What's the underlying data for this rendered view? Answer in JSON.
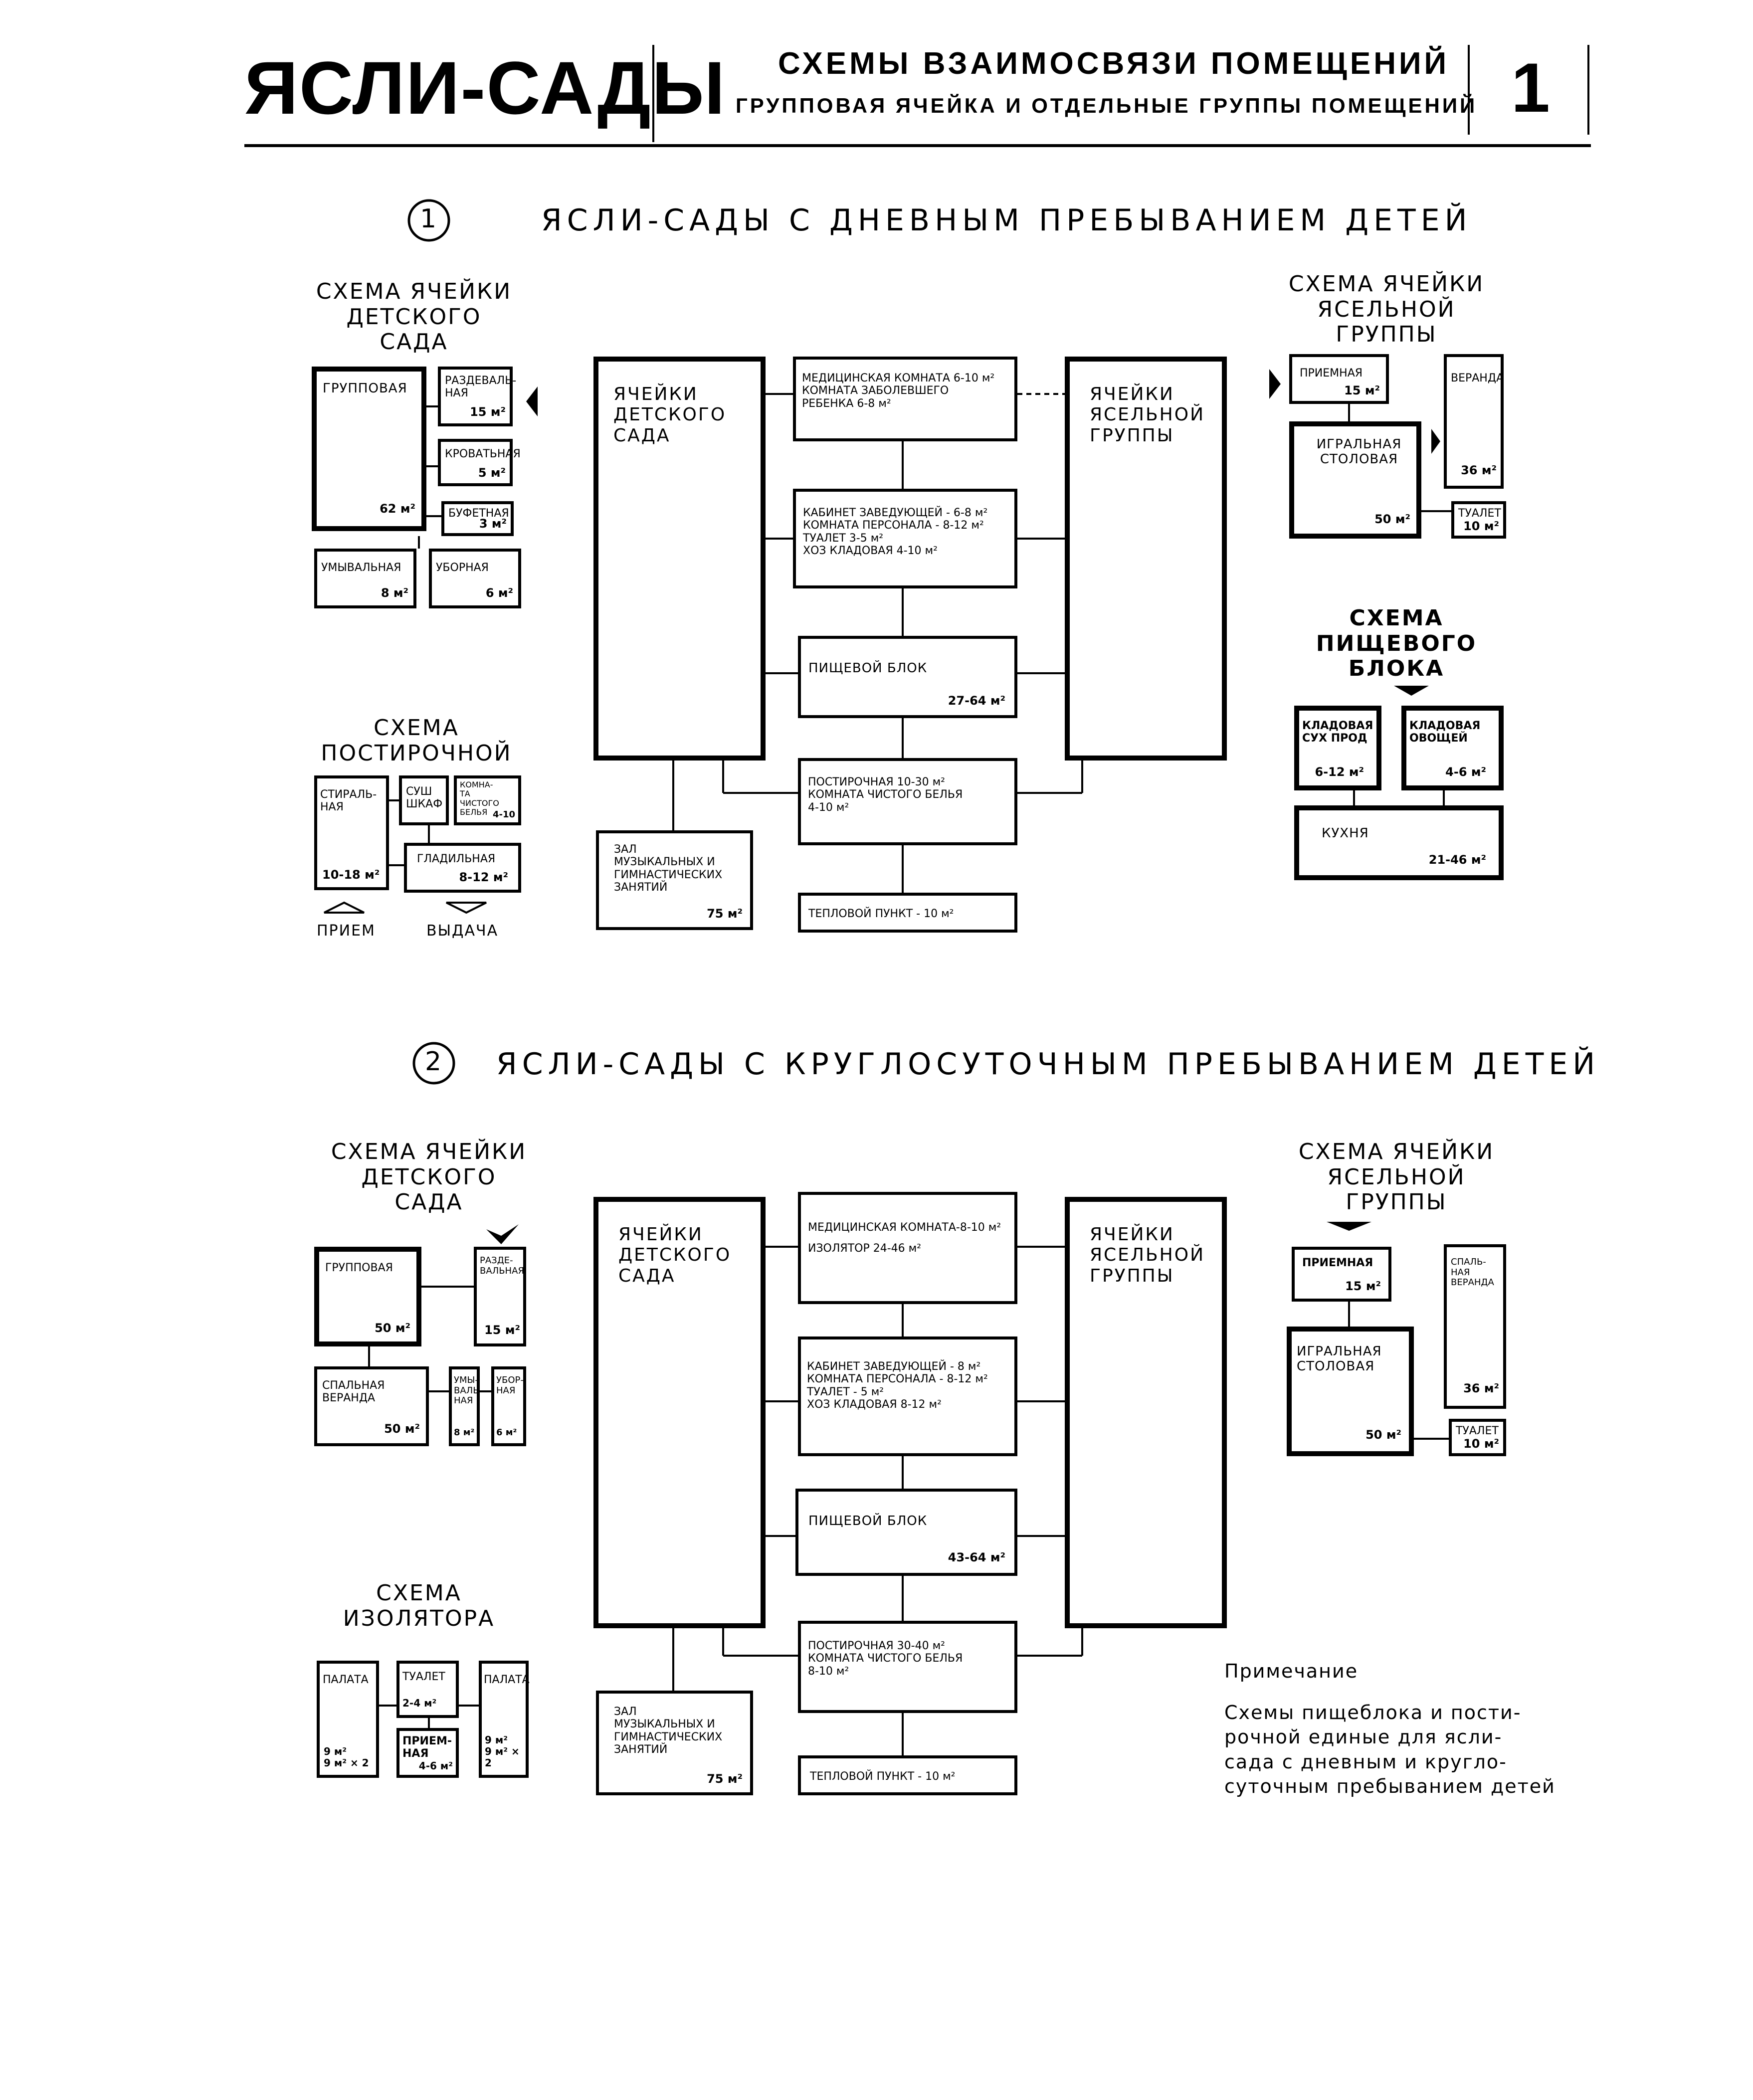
{
  "header": {
    "title": "ЯСЛИ-САДЫ",
    "subtitle_line1": "СХЕМЫ ВЗАИМОСВЯЗИ ПОМЕЩЕНИЙ",
    "subtitle_line2": "ГРУППОВАЯ ЯЧЕЙКА И ОТДЕЛЬНЫЕ ГРУППЫ ПОМЕЩЕНИЙ",
    "sheet_number": "1"
  },
  "section1": {
    "number": "1",
    "title": "ЯСЛИ-САДЫ С ДНЕВНЫМ ПРЕБЫВАНИЕМ ДЕТЕЙ",
    "kindergarten_cell": {
      "title": "СХЕМА ЯЧЕЙКИ\nДЕТСКОГО САДА",
      "group_room": "ГРУППОВАЯ",
      "group_room_area": "62 м²",
      "locker_room": "РАЗДЕВАЛЬ-\nНАЯ",
      "locker_room_area": "15 м²",
      "bedroom": "КРОВАТЬНАЯ",
      "bedroom_area": "5 м²",
      "pantry": "БУФЕТНАЯ",
      "pantry_area": "3 м²",
      "washroom": "УМЫВАЛЬНАЯ",
      "washroom_area": "8 м²",
      "toilet": "УБОРНАЯ",
      "toilet_area": "6 м²"
    },
    "laundry": {
      "title": "СХЕМА ПОСТИРОЧНОЙ",
      "washing": "СТИРАЛЬ-\nНАЯ",
      "washing_area": "10-18 м²",
      "dryer": "СУШ\nШКАФ",
      "clean_linen": "КОМНА-\nТА\nЧИСТОГО\nБЕЛЬЯ",
      "clean_linen_area": "4-10",
      "ironing": "ГЛАДИЛЬНАЯ",
      "ironing_area": "8-12 м²",
      "intake": "ПРИЕМ",
      "dispatch": "ВЫДАЧА"
    },
    "central": {
      "kindergarten_cells": "ЯЧЕЙКИ\nДЕТСКОГО\nСАДА",
      "nursery_cells": "ЯЧЕЙКИ\nЯСЕЛЬНОЙ\nГРУППЫ",
      "medical": "МЕДИЦИНСКАЯ КОМНАТА 6-10 м²\nКОМНАТА ЗАБОЛЕВШЕГО\nРЕБЕНКА 6-8 м²",
      "admin": "КАБИНЕТ ЗАВЕДУЮЩЕЙ - 6-8 м²\nКОМНАТА ПЕРСОНАЛА - 8-12 м²\nТУАЛЕТ 3-5 м²\nХОЗ КЛАДОВАЯ 4-10 м²",
      "food_block": "ПИЩЕВОЙ БЛОК",
      "food_block_area": "27-64 м²",
      "laundry_block": "ПОСТИРОЧНАЯ 10-30 м²\nКОМНАТА ЧИСТОГО БЕЛЬЯ\n4-10 м²",
      "hall": "ЗАЛ\nМУЗЫКАЛЬНЫХ И\nГИМНАСТИЧЕСКИХ\nЗАНЯТИЙ",
      "hall_area": "75 м²",
      "heating": "ТЕПЛОВОЙ ПУНКТ - 10 м²"
    },
    "nursery_cell": {
      "title": "СХЕМА ЯЧЕЙКИ\nЯСЕЛЬНОЙ ГРУППЫ",
      "reception": "ПРИЕМНАЯ",
      "reception_area": "15 м²",
      "veranda": "ВЕРАНДА",
      "veranda_area": "36 м²",
      "play_dining": "ИГРАЛЬНАЯ\nСТОЛОВАЯ",
      "play_dining_area": "50 м²",
      "toilet": "ТУАЛЕТ",
      "toilet_area": "10 м²"
    },
    "food_scheme": {
      "title": "СХЕМА ПИЩЕВОГО\nБЛОКА",
      "dry_storage": "КЛАДОВАЯ\nСУХ ПРОД",
      "dry_storage_area": "6-12 м²",
      "veg_storage": "КЛАДОВАЯ\nОВОЩЕЙ",
      "veg_storage_area": "4-6 м²",
      "kitchen": "КУХНЯ",
      "kitchen_area": "21-46 м²"
    }
  },
  "section2": {
    "number": "2",
    "title": "ЯСЛИ-САДЫ С КРУГЛОСУТОЧНЫМ ПРЕБЫВАНИЕМ ДЕТЕЙ",
    "kindergarten_cell": {
      "title": "СХЕМА ЯЧЕЙКИ\nДЕТСКОГО САДА",
      "group_room": "ГРУППОВАЯ",
      "group_room_area": "50 м²",
      "locker_room": "РАЗДЕ-\nВАЛЬНАЯ",
      "locker_room_area": "15 м²",
      "sleep_veranda": "СПАЛЬНАЯ\nВЕРАНДА",
      "sleep_veranda_area": "50 м²",
      "washroom": "УМЫ-\nВАЛЬ-\nНАЯ",
      "washroom_area": "8 м²",
      "toilet": "УБОР-\nНАЯ",
      "toilet_area": "6 м²"
    },
    "isolator": {
      "title": "СХЕМА ИЗОЛЯТОРА",
      "ward1": "ПАЛАТА",
      "ward1_area": "9 м²\n9 м² × 2",
      "toilet": "ТУАЛЕТ",
      "toilet_area": "2-4 м²",
      "reception": "ПРИЕМ-\nНАЯ",
      "reception_area": "4-6 м²",
      "ward2": "ПАЛАТА",
      "ward2_area": "9 м²\n9 м² × 2"
    },
    "central": {
      "kindergarten_cells": "ЯЧЕЙКИ\nДЕТСКОГО\nСАДА",
      "nursery_cells": "ЯЧЕЙКИ\nЯСЕЛЬНОЙ\nГРУППЫ",
      "medical": "МЕДИЦИНСКАЯ КОМНАТА-8-10 м²\nИЗОЛЯТОР 24-46 м²",
      "admin": "КАБИНЕТ ЗАВЕДУЮЩЕЙ - 8 м²\nКОМНАТА ПЕРСОНАЛА - 8-12 м²\nТУАЛЕТ - 5 м²\nХОЗ КЛАДОВАЯ 8-12 м²",
      "food_block": "ПИЩЕВОЙ БЛОК",
      "food_block_area": "43-64 м²",
      "laundry_block": "ПОСТИРОЧНАЯ 30-40 м²\nКОМНАТА ЧИСТОГО БЕЛЬЯ\n8-10 м²",
      "hall": "ЗАЛ\nМУЗЫКАЛЬНЫХ И\nГИМНАСТИЧЕСКИХ\nЗАНЯТИЙ",
      "hall_area": "75 м²",
      "heating": "ТЕПЛОВОЙ ПУНКТ - 10 м²"
    },
    "nursery_cell": {
      "title": "СХЕМА ЯЧЕЙКИ\nЯСЕЛЬНОЙ ГРУППЫ",
      "reception": "ПРИЕМНАЯ",
      "reception_area": "15 м²",
      "sleep_veranda": "СПАЛЬ-\nНАЯ\nВЕРАНДА",
      "sleep_veranda_area": "36 м²",
      "play_dining": "ИГРАЛЬНАЯ\nСТОЛОВАЯ",
      "play_dining_area": "50 м²",
      "toilet": "ТУАЛЕТ",
      "toilet_area": "10 м²"
    },
    "note_title": "Примечание",
    "note_text": "Схемы пищеблока и пости-\nрочной единые для ясли-\nсада с дневным и кругло-\nсуточным пребыванием детей"
  }
}
